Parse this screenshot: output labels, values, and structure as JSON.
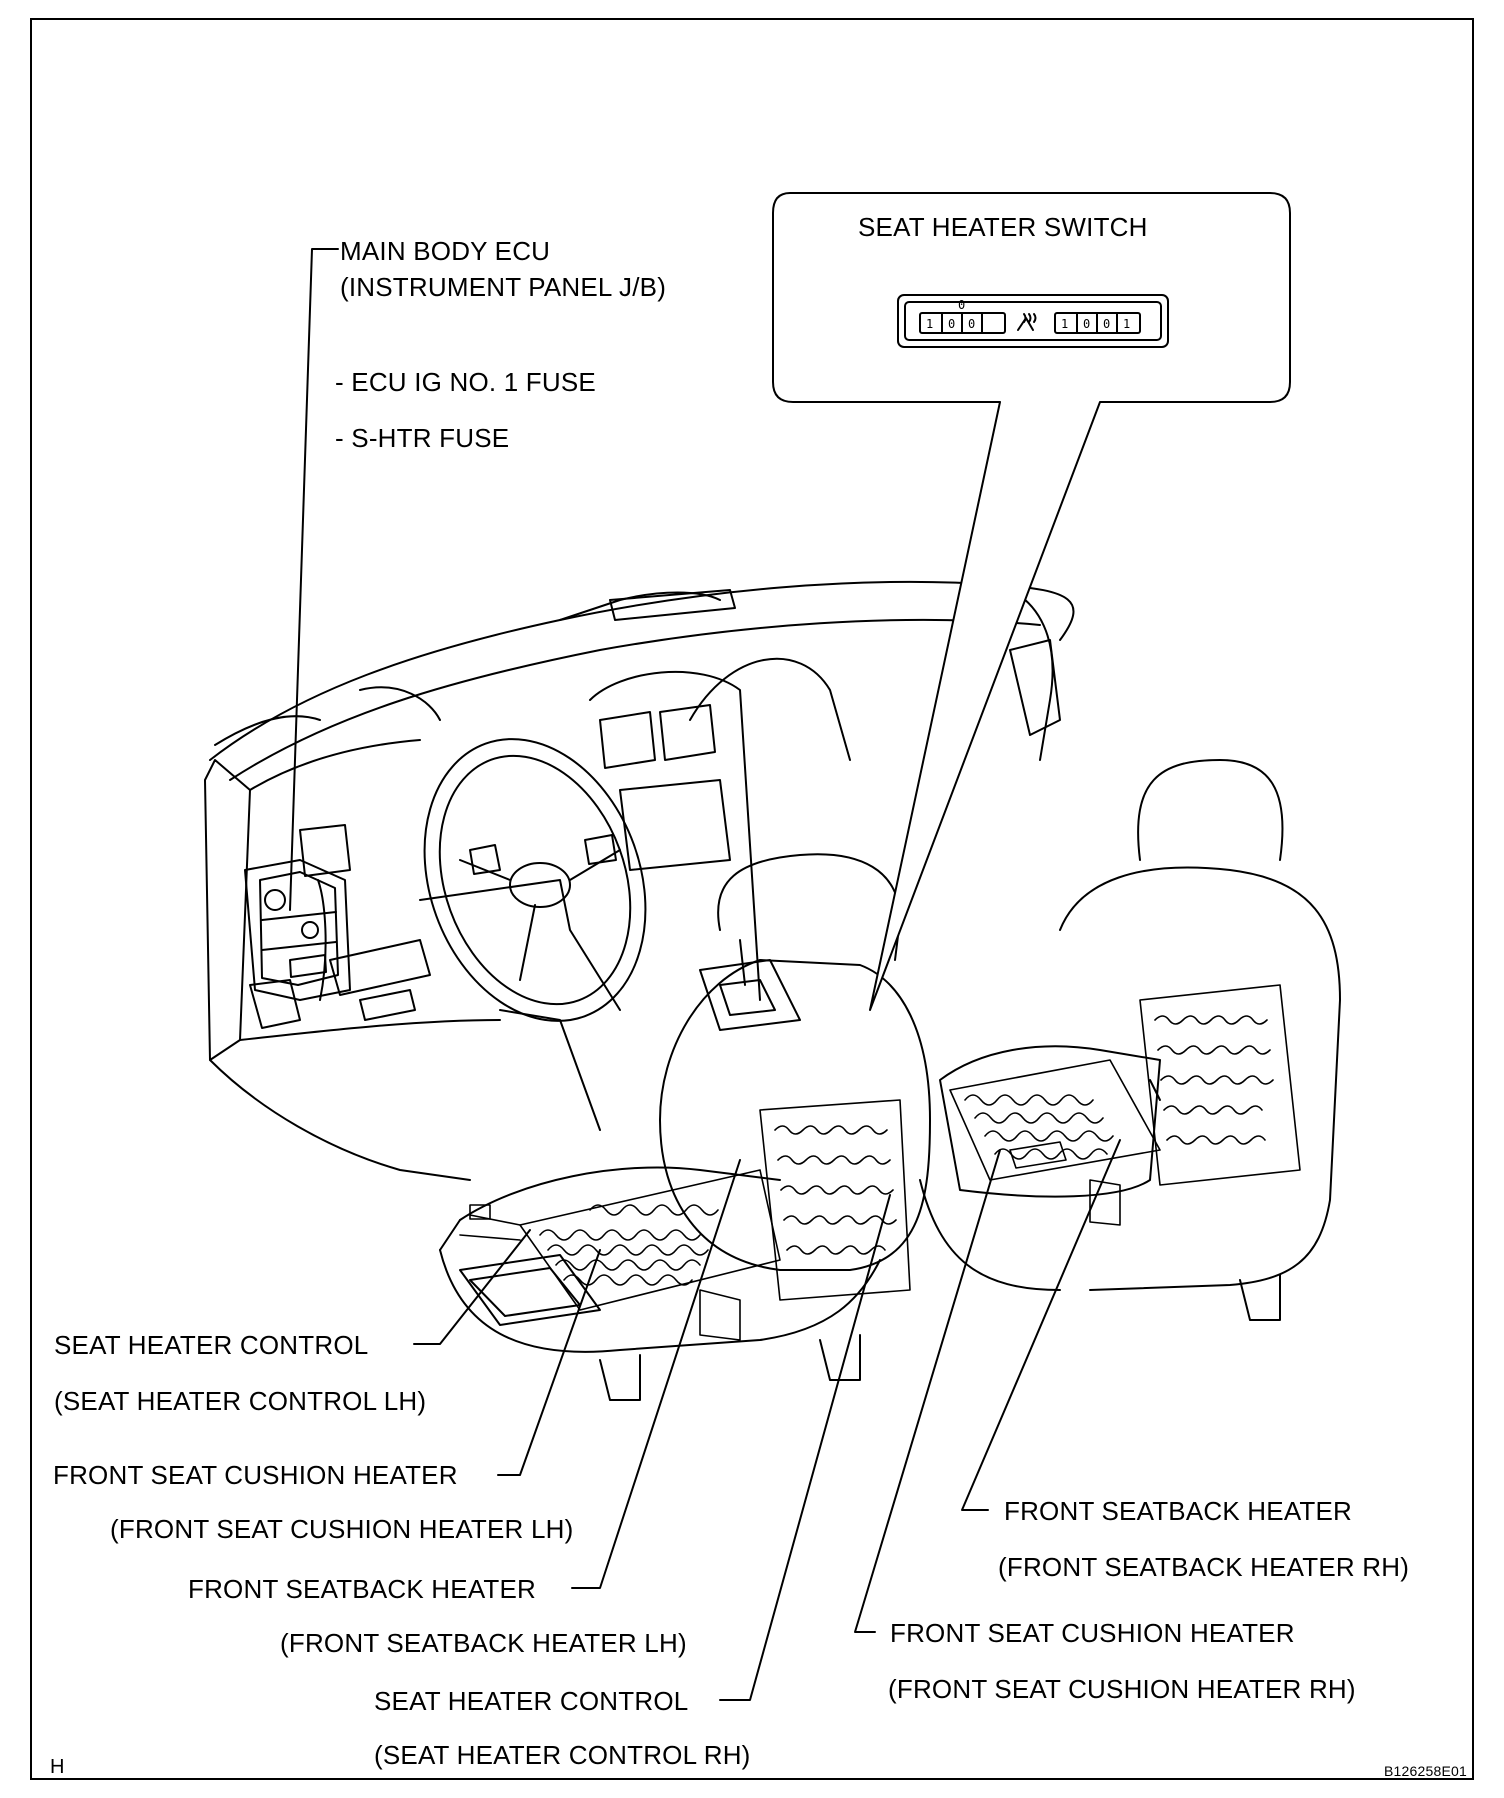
{
  "callout": {
    "title": "SEAT HEATER SWITCH",
    "switch_marks": [
      "0",
      "1",
      "0",
      "0",
      "1",
      "0",
      "0",
      "1"
    ]
  },
  "labels": {
    "main_body_ecu": "MAIN BODY ECU",
    "instrument_panel_jb": "(INSTRUMENT PANEL J/B)",
    "ecu_ig_fuse": "- ECU IG NO. 1 FUSE",
    "s_htr_fuse": "- S-HTR FUSE",
    "seat_heater_control_lh_1": "SEAT HEATER CONTROL",
    "seat_heater_control_lh_2": "(SEAT HEATER CONTROL LH)",
    "front_cushion_lh_1": "FRONT SEAT CUSHION HEATER",
    "front_cushion_lh_2": "(FRONT SEAT CUSHION HEATER LH)",
    "front_seatback_lh_1": "FRONT SEATBACK HEATER",
    "front_seatback_lh_2": "(FRONT SEATBACK HEATER LH)",
    "seat_heater_control_rh_1": "SEAT HEATER CONTROL",
    "seat_heater_control_rh_2": "(SEAT HEATER CONTROL RH)",
    "front_seatback_rh_1": "FRONT SEATBACK HEATER",
    "front_seatback_rh_2": "(FRONT SEATBACK HEATER RH)",
    "front_cushion_rh_1": "FRONT SEAT CUSHION HEATER",
    "front_cushion_rh_2": "(FRONT SEAT CUSHION HEATER RH)"
  },
  "corner": {
    "left": "H",
    "figure_code": "B126258E01"
  }
}
